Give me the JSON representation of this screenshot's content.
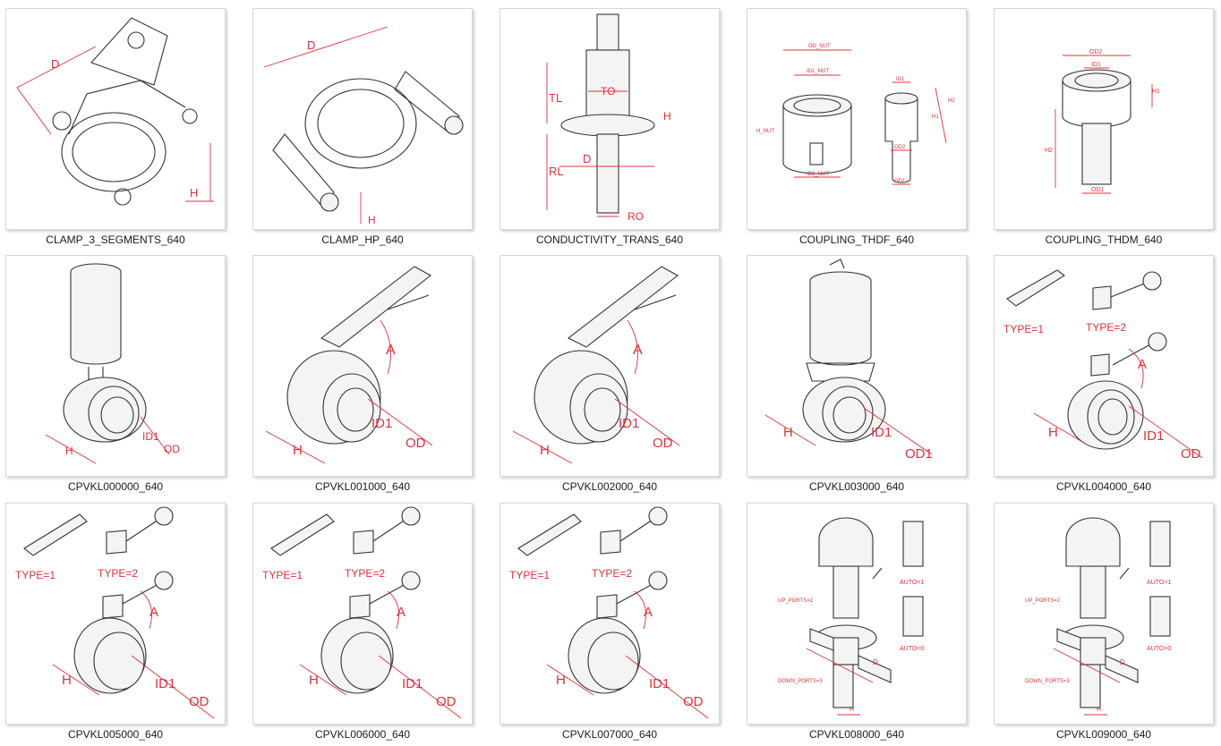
{
  "files": [
    {
      "name": "CLAMP_3_SEGMENTS_640",
      "labels": [
        "D",
        "H"
      ]
    },
    {
      "name": "CLAMP_HP_640",
      "labels": [
        "D",
        "H"
      ]
    },
    {
      "name": "CONDUCTIVITY_TRANS_640",
      "labels": [
        "TO",
        "TL",
        "H",
        "D",
        "RL",
        "RO"
      ]
    },
    {
      "name": "COUPLING_THDF_640",
      "labels": [
        "OD_NUT",
        "ID1_NUT",
        "H_NUT",
        "ID2_NUT",
        "ID1",
        "H2",
        "H1",
        "OD2",
        "OD1"
      ]
    },
    {
      "name": "COUPLING_THDM_640",
      "labels": [
        "OD2",
        "ID1",
        "H1",
        "H2",
        "OD1"
      ]
    },
    {
      "name": "CPVKL000000_640",
      "labels": [
        "H",
        "ID1",
        "OD"
      ]
    },
    {
      "name": "CPVKL001000_640",
      "labels": [
        "A",
        "H",
        "ID1",
        "OD"
      ]
    },
    {
      "name": "CPVKL002000_640",
      "labels": [
        "A",
        "H",
        "ID1",
        "OD"
      ]
    },
    {
      "name": "CPVKL003000_640",
      "labels": [
        "H",
        "ID1",
        "OD1"
      ]
    },
    {
      "name": "CPVKL004000_640",
      "labels": [
        "TYPE=1",
        "TYPE=2",
        "A",
        "H",
        "ID1",
        "OD"
      ]
    },
    {
      "name": "CPVKL005000_640",
      "labels": [
        "TYPE=1",
        "TYPE=2",
        "A",
        "H",
        "ID1",
        "OD"
      ]
    },
    {
      "name": "CPVKL006000_640",
      "labels": [
        "TYPE=1",
        "TYPE=2",
        "A",
        "H",
        "ID1",
        "OD"
      ]
    },
    {
      "name": "CPVKL007000_640",
      "labels": [
        "TYPE=1",
        "TYPE=2",
        "A",
        "H",
        "ID1",
        "OD"
      ]
    },
    {
      "name": "CPVKL008000_640",
      "labels": [
        "AUTO=1",
        "UP_PORTS=2",
        "AUTO=0",
        "D",
        "DOWN_PORTS=3",
        "H"
      ]
    },
    {
      "name": "CPVKL009000_640",
      "labels": [
        "AUTO=1",
        "UP_PORTS=2",
        "AUTO=0",
        "D",
        "DOWN_PORTS=3",
        "H"
      ]
    }
  ]
}
